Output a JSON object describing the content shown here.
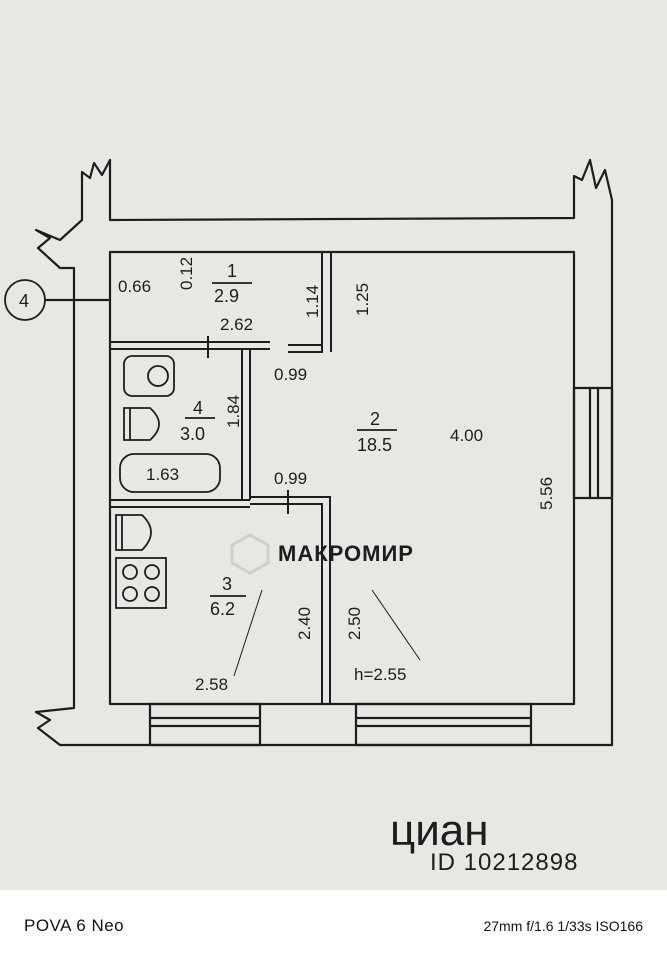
{
  "marker": "4",
  "rooms": [
    {
      "num": "1",
      "area": "2.9"
    },
    {
      "num": "2",
      "area": "18.5"
    },
    {
      "num": "3",
      "area": "6.2"
    },
    {
      "num": "4",
      "area": "3.0"
    }
  ],
  "dims": {
    "d066": "0.66",
    "d012": "0.12",
    "d262": "2.62",
    "d114": "1.14",
    "d125": "1.25",
    "d099a": "0.99",
    "d184": "1.84",
    "d163": "1.63",
    "d099b": "0.99",
    "d400": "4.00",
    "d556": "5.56",
    "d240": "2.40",
    "d250": "2.50",
    "d258": "2.58",
    "height": "h=2.55"
  },
  "watermarks": {
    "brand": "МАКРОМИР",
    "cian": "циан",
    "cian_id": "ID 10212898"
  },
  "footer": {
    "model": "POVA 6 Neo",
    "exif": "27mm f/1.6 1/33s ISO166"
  }
}
